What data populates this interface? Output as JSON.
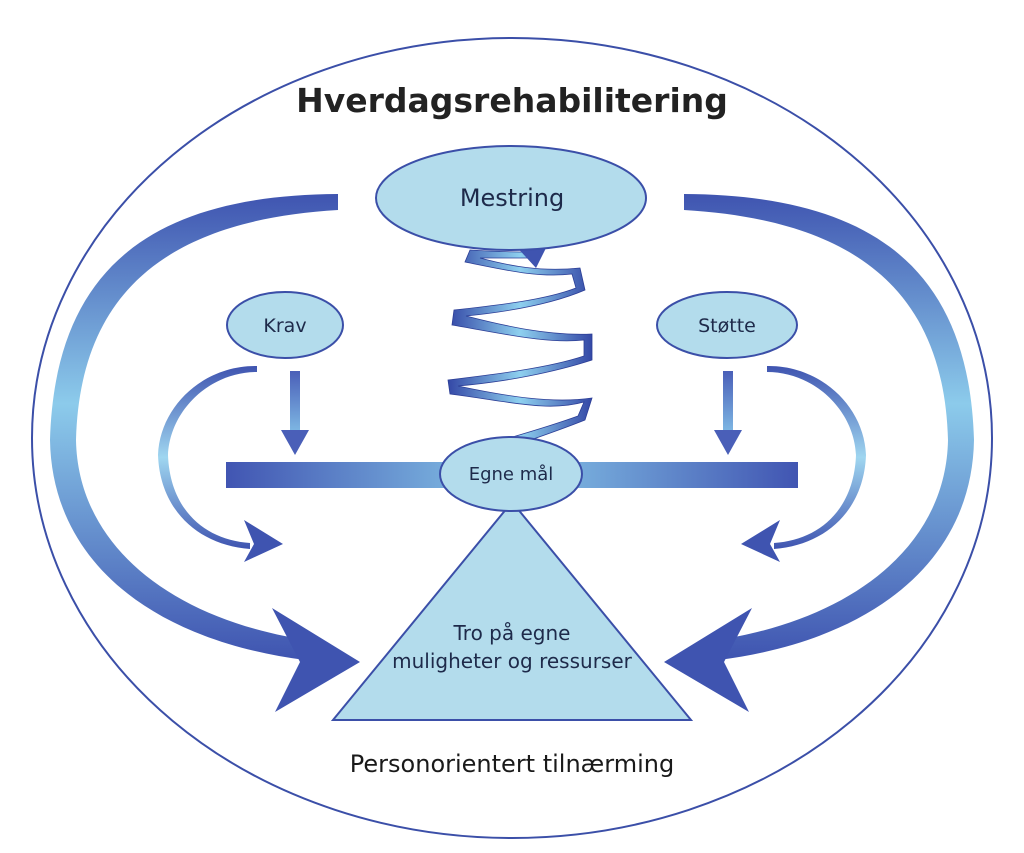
{
  "title": "Hverdagsrehabilitering",
  "nodes": {
    "mestring": "Mestring",
    "krav": "Krav",
    "stotte": "Støtte",
    "egne_mal": "Egne mål",
    "tro_line1": "Tro på egne",
    "tro_line2": "muligheter og ressurser"
  },
  "footer": "Personorientert tilnærming",
  "colors": {
    "node_fill": "#b3dcec",
    "node_stroke": "#3b4fa8",
    "arrow_dark": "#3f54b0",
    "arrow_light": "#87c8ea",
    "outer_ellipse": "#3b4fa8"
  }
}
